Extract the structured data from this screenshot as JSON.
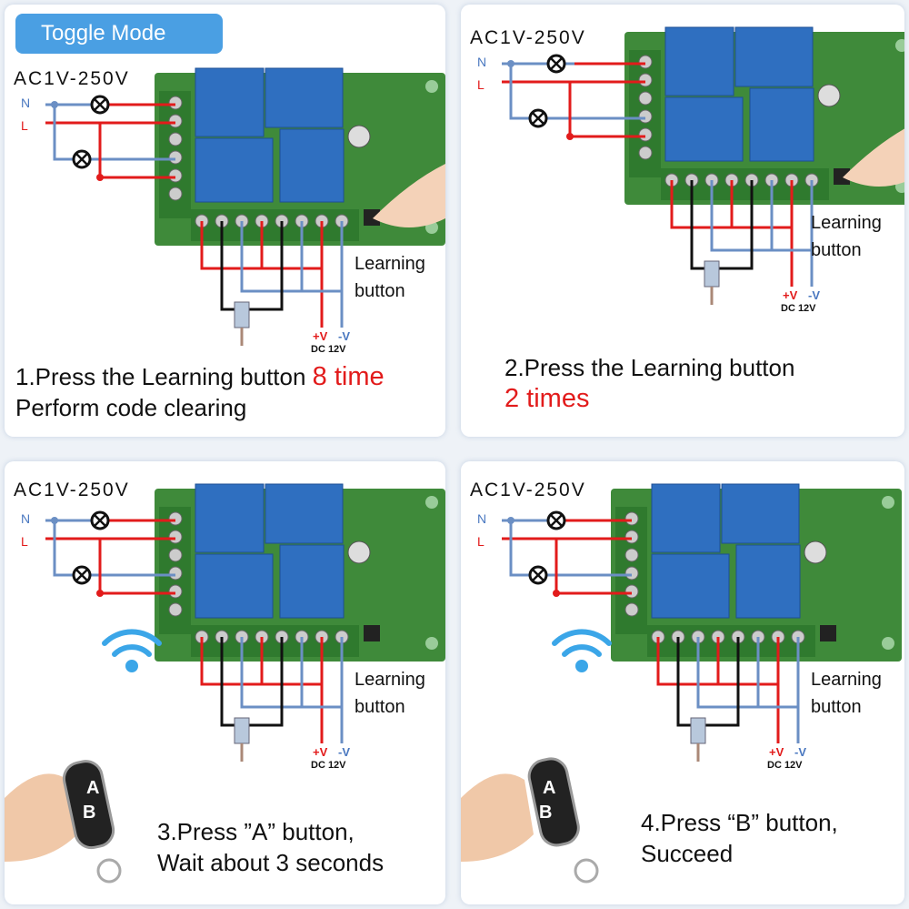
{
  "mode_badge": "Toggle Mode",
  "colors": {
    "accent": "#4a9fe3",
    "highlight": "#e21b1b",
    "wire_live": "#e21b1b",
    "wire_neutral": "#6b8fc4",
    "relay": "#2f6fc0",
    "pcb": "#3f8a3a"
  },
  "panels": [
    {
      "voltage": "AC1V-250V",
      "n_label": "N",
      "l_label": "L",
      "learning_1": "Learning",
      "learning_2": "button",
      "plus_v": "+V",
      "minus_v": "-V",
      "dc": "DC 12V",
      "caption_line1": "1.Press the Learning button ",
      "caption_highlight": "8 time",
      "caption_line2": "Perform code clearing",
      "has_remote": false
    },
    {
      "voltage": "AC1V-250V",
      "n_label": "N",
      "l_label": "L",
      "learning_1": "Learning",
      "learning_2": "button",
      "plus_v": "+V",
      "minus_v": "-V",
      "dc": "DC 12V",
      "caption_line1": "2.Press the Learning button",
      "caption_highlight": "2 times",
      "caption_line2": "",
      "has_remote": false
    },
    {
      "voltage": "AC1V-250V",
      "n_label": "N",
      "l_label": "L",
      "learning_1": "Learning",
      "learning_2": "button",
      "plus_v": "+V",
      "minus_v": "-V",
      "dc": "DC 12V",
      "caption_line1": "3.Press ”A” button,",
      "caption_highlight": "",
      "caption_line2": "Wait about 3 seconds",
      "has_remote": true,
      "key_a": "A",
      "key_b": "B"
    },
    {
      "voltage": "AC1V-250V",
      "n_label": "N",
      "l_label": "L",
      "learning_1": "Learning",
      "learning_2": "button",
      "plus_v": "+V",
      "minus_v": "-V",
      "dc": "DC 12V",
      "caption_line1": "4.Press “B” button,",
      "caption_highlight": "",
      "caption_line2": "Succeed",
      "has_remote": true,
      "key_a": "A",
      "key_b": "B"
    }
  ]
}
